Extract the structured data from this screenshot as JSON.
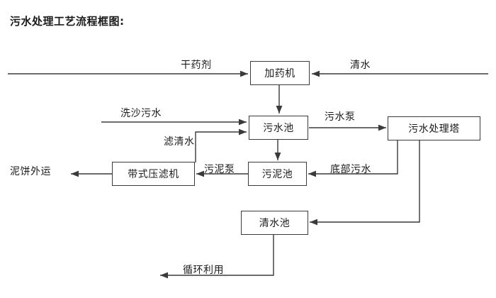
{
  "diagram": {
    "title": "污水处理工艺流程框图:",
    "line_color": "#3a3a3a",
    "text_color": "#1b1b1b",
    "background": "#ffffff",
    "nodes": [
      {
        "id": "dosing_machine",
        "label": "加药机"
      },
      {
        "id": "wastewater_pool",
        "label": "污水池"
      },
      {
        "id": "treatment_tower",
        "label": "污水处理塔"
      },
      {
        "id": "belt_filter_press",
        "label": "带式压滤机"
      },
      {
        "id": "sludge_pool",
        "label": "污泥池"
      },
      {
        "id": "clean_water_pool",
        "label": "清水池"
      }
    ],
    "terminal_labels": [
      {
        "id": "dry_chemical",
        "label": "干药剂"
      },
      {
        "id": "clean_water_in",
        "label": "清水"
      },
      {
        "id": "sand_wash_wastewater",
        "label": "洗沙污水"
      },
      {
        "id": "mud_cake_out",
        "label": "泥饼外运"
      }
    ],
    "edge_labels": [
      {
        "id": "filtered_clean_water",
        "label": "滤清水"
      },
      {
        "id": "wastewater_pump",
        "label": "污水泵"
      },
      {
        "id": "sludge_pump",
        "label": "污泥泵"
      },
      {
        "id": "bottom_wastewater",
        "label": "底部污水"
      },
      {
        "id": "recycle_reuse",
        "label": "循环利用"
      }
    ]
  }
}
